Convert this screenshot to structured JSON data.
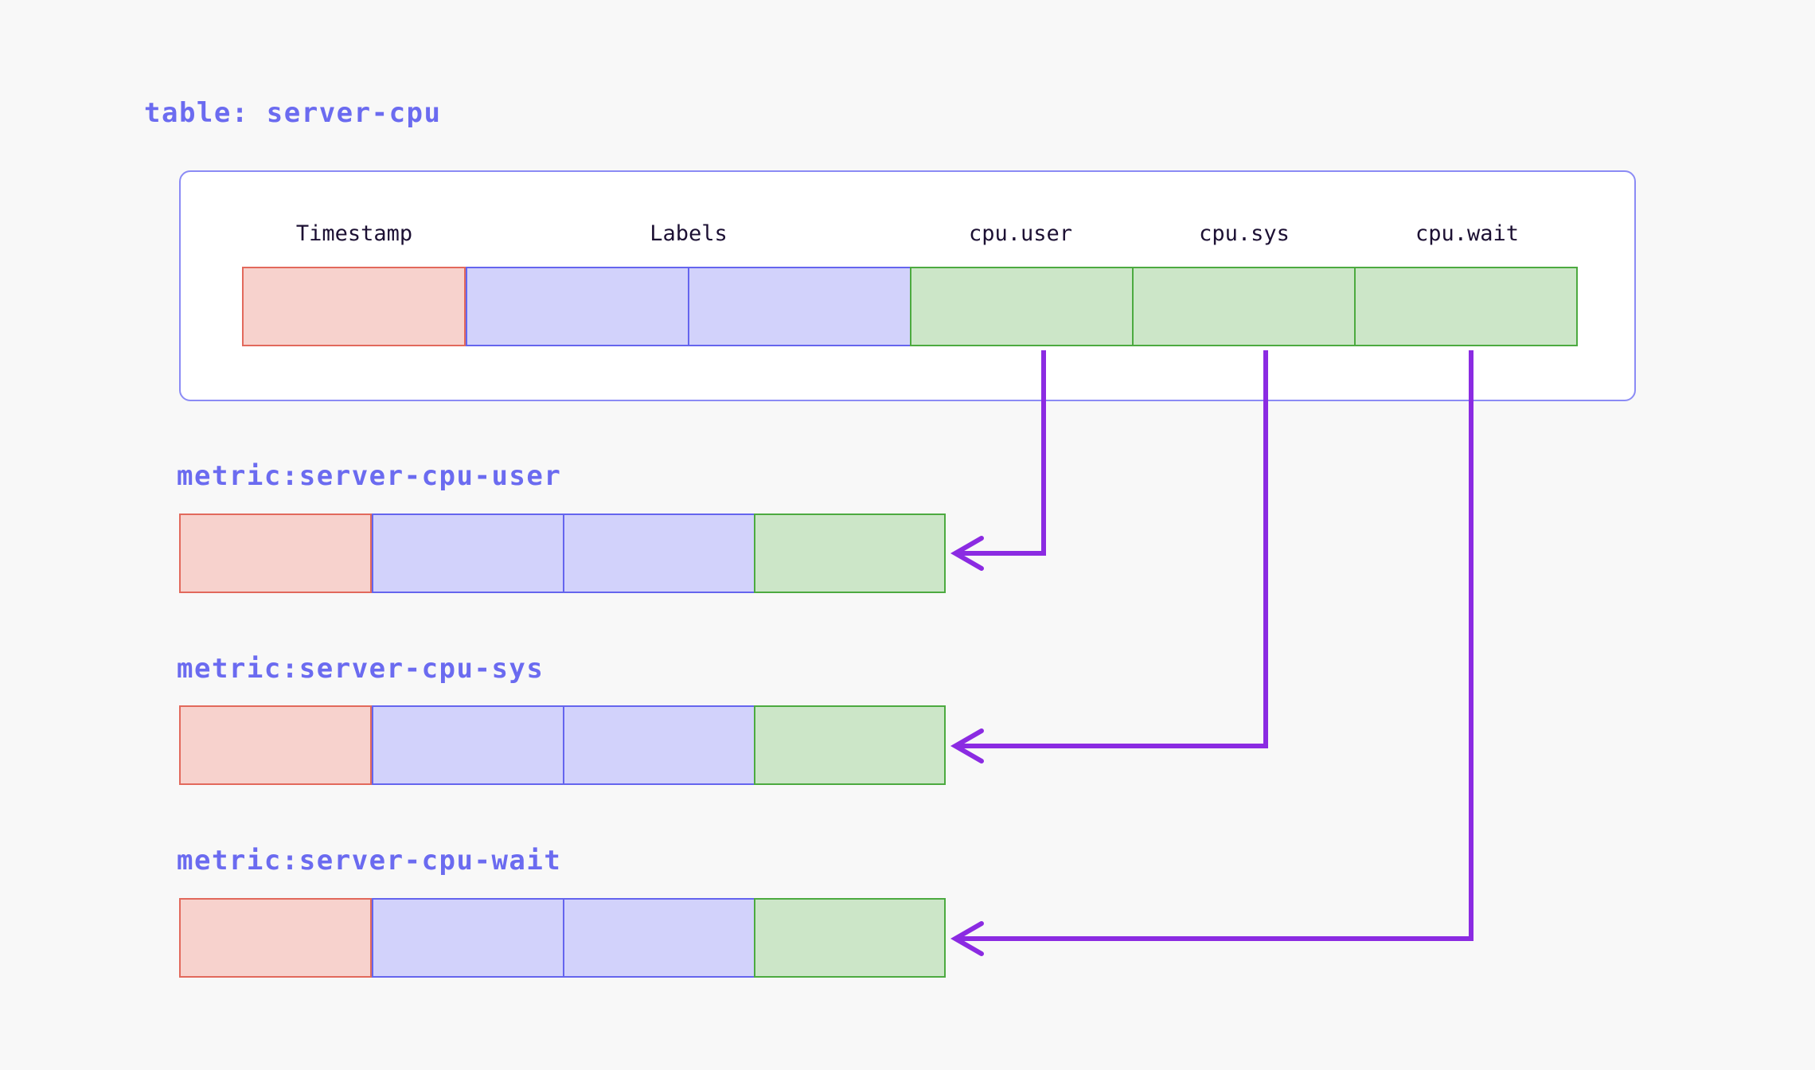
{
  "page": {
    "background_color": "#f8f8f8",
    "accent_color": "#6b6bf0",
    "arrow_color": "#8b2be2"
  },
  "table": {
    "title": "table: server-cpu",
    "card_border_color": "#8b8bf5",
    "columns": [
      {
        "name": "Timestamp",
        "label": "Timestamp",
        "kind": "timestamp"
      },
      {
        "name": "Labels",
        "label": "Labels",
        "kind": "labels"
      },
      {
        "name": "cpu.user",
        "label": "cpu.user",
        "kind": "value"
      },
      {
        "name": "cpu.sys",
        "label": "cpu.sys",
        "kind": "value"
      },
      {
        "name": "cpu.wait",
        "label": "cpu.wait",
        "kind": "value"
      }
    ],
    "row_cells": [
      {
        "kind": "timestamp",
        "fill": "#f7d2cd",
        "stroke": "#e2695c"
      },
      {
        "kind": "labels",
        "fill": "#d2d2fb",
        "stroke": "#6565ee"
      },
      {
        "kind": "labels",
        "fill": "#d2d2fb",
        "stroke": "#6565ee"
      },
      {
        "kind": "value",
        "fill": "#cce6c8",
        "stroke": "#4caa40"
      },
      {
        "kind": "value",
        "fill": "#cce6c8",
        "stroke": "#4caa40"
      },
      {
        "kind": "value",
        "fill": "#cce6c8",
        "stroke": "#4caa40"
      }
    ]
  },
  "metrics": [
    {
      "label": "metric:server-cpu-user",
      "source_column": "cpu.user",
      "segments": [
        {
          "kind": "timestamp",
          "fill": "#f7d2cd",
          "stroke": "#e2695c"
        },
        {
          "kind": "labels",
          "fill": "#d2d2fb",
          "stroke": "#6565ee"
        },
        {
          "kind": "labels",
          "fill": "#d2d2fb",
          "stroke": "#6565ee"
        },
        {
          "kind": "value",
          "fill": "#cce6c8",
          "stroke": "#4caa40"
        }
      ]
    },
    {
      "label": "metric:server-cpu-sys",
      "source_column": "cpu.sys",
      "segments": [
        {
          "kind": "timestamp",
          "fill": "#f7d2cd",
          "stroke": "#e2695c"
        },
        {
          "kind": "labels",
          "fill": "#d2d2fb",
          "stroke": "#6565ee"
        },
        {
          "kind": "labels",
          "fill": "#d2d2fb",
          "stroke": "#6565ee"
        },
        {
          "kind": "value",
          "fill": "#cce6c8",
          "stroke": "#4caa40"
        }
      ]
    },
    {
      "label": "metric:server-cpu-wait",
      "source_column": "cpu.wait",
      "segments": [
        {
          "kind": "timestamp",
          "fill": "#f7d2cd",
          "stroke": "#e2695c"
        },
        {
          "kind": "labels",
          "fill": "#d2d2fb",
          "stroke": "#6565ee"
        },
        {
          "kind": "labels",
          "fill": "#d2d2fb",
          "stroke": "#6565ee"
        },
        {
          "kind": "value",
          "fill": "#cce6c8",
          "stroke": "#4caa40"
        }
      ]
    }
  ],
  "connectors": [
    {
      "from": "cpu.user",
      "to": "metric:server-cpu-user"
    },
    {
      "from": "cpu.sys",
      "to": "metric:server-cpu-sys"
    },
    {
      "from": "cpu.wait",
      "to": "metric:server-cpu-wait"
    }
  ]
}
